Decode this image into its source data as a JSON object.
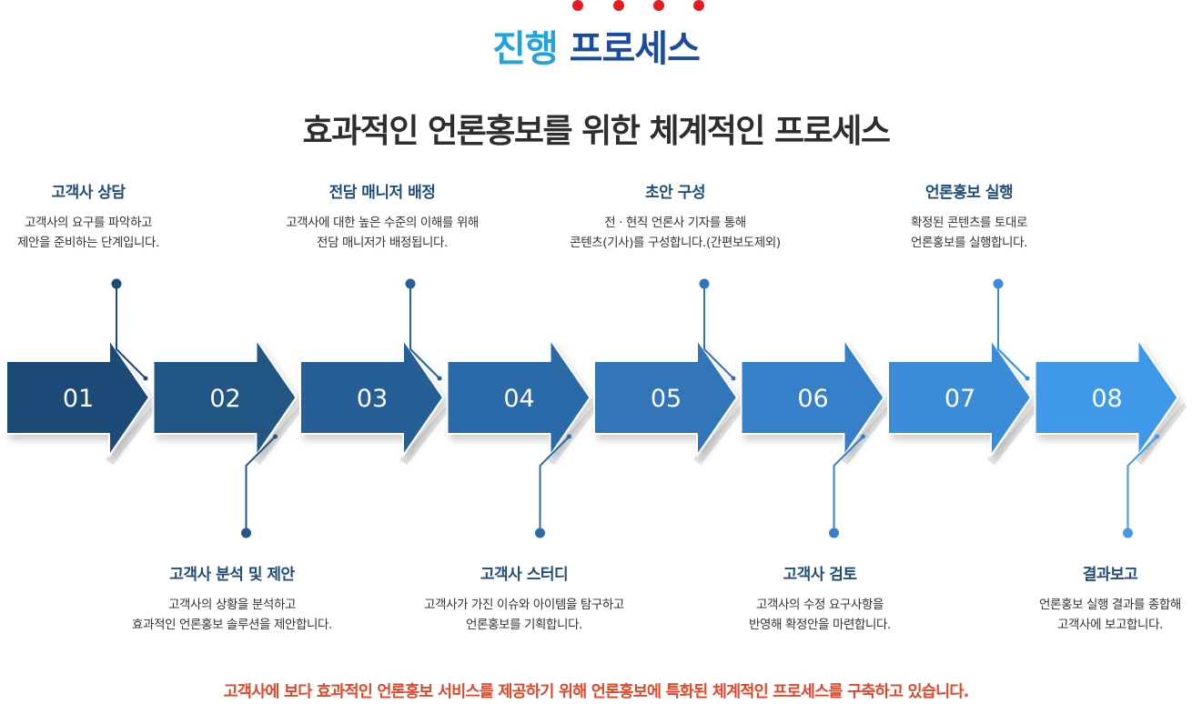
{
  "header": {
    "title_part1": "진행",
    "title_part2": "프로세스",
    "subtitle": "효과적인 언론홍보를 위한 체계적인 프로세스"
  },
  "steps": [
    {
      "number": "01",
      "title": "고객사 상담",
      "desc1": "고객사의 요구를 파악하고",
      "desc2": "제안을 준비하는 단계입니다.",
      "color": "#1f4b78"
    },
    {
      "number": "02",
      "title": "고객사 분석 및 제안",
      "desc1": "고객사의 상황을 분석하고",
      "desc2": "효과적인 언론홍보 솔루션을 제안합니다.",
      "color": "#235685"
    },
    {
      "number": "03",
      "title": "전담 매니저 배정",
      "desc1": "고객사에 대한 높은 수준의 이해를 위해",
      "desc2": "전담 매니저가 배정됩니다.",
      "color": "#275f96"
    },
    {
      "number": "04",
      "title": "고객사 스터디",
      "desc1": "고객사가 가진 이슈와 아이템을 탐구하고",
      "desc2": "언론홍보를 기획합니다.",
      "color": "#2c6aa8"
    },
    {
      "number": "05",
      "title": "초안 구성",
      "desc1": "전 · 현직 언론사 기자를 통해",
      "desc2": "콘텐츠(기사)를 구성합니다.(간편보도제외)",
      "color": "#3174b8"
    },
    {
      "number": "06",
      "title": "고객사 검토",
      "desc1": "고객사의 수정 요구사항을",
      "desc2": "반영해 확정안을 마련합니다.",
      "color": "#3680c8"
    },
    {
      "number": "07",
      "title": "언론홍보 실행",
      "desc1": "확정된 콘텐츠를 토대로",
      "desc2": "언론홍보를 실행합니다.",
      "color": "#3b8cd8"
    },
    {
      "number": "08",
      "title": "결과보고",
      "desc1": "언론홍보 실행 결과를 종합해",
      "desc2": "고객사에 보고합니다.",
      "color": "#4199e8"
    }
  ],
  "footer": "고객사에 보다 효과적인 언론홍보 서비스를 제공하기 위해 언론홍보에 특화된 체계적인 프로세스를 구축하고 있습니다."
}
